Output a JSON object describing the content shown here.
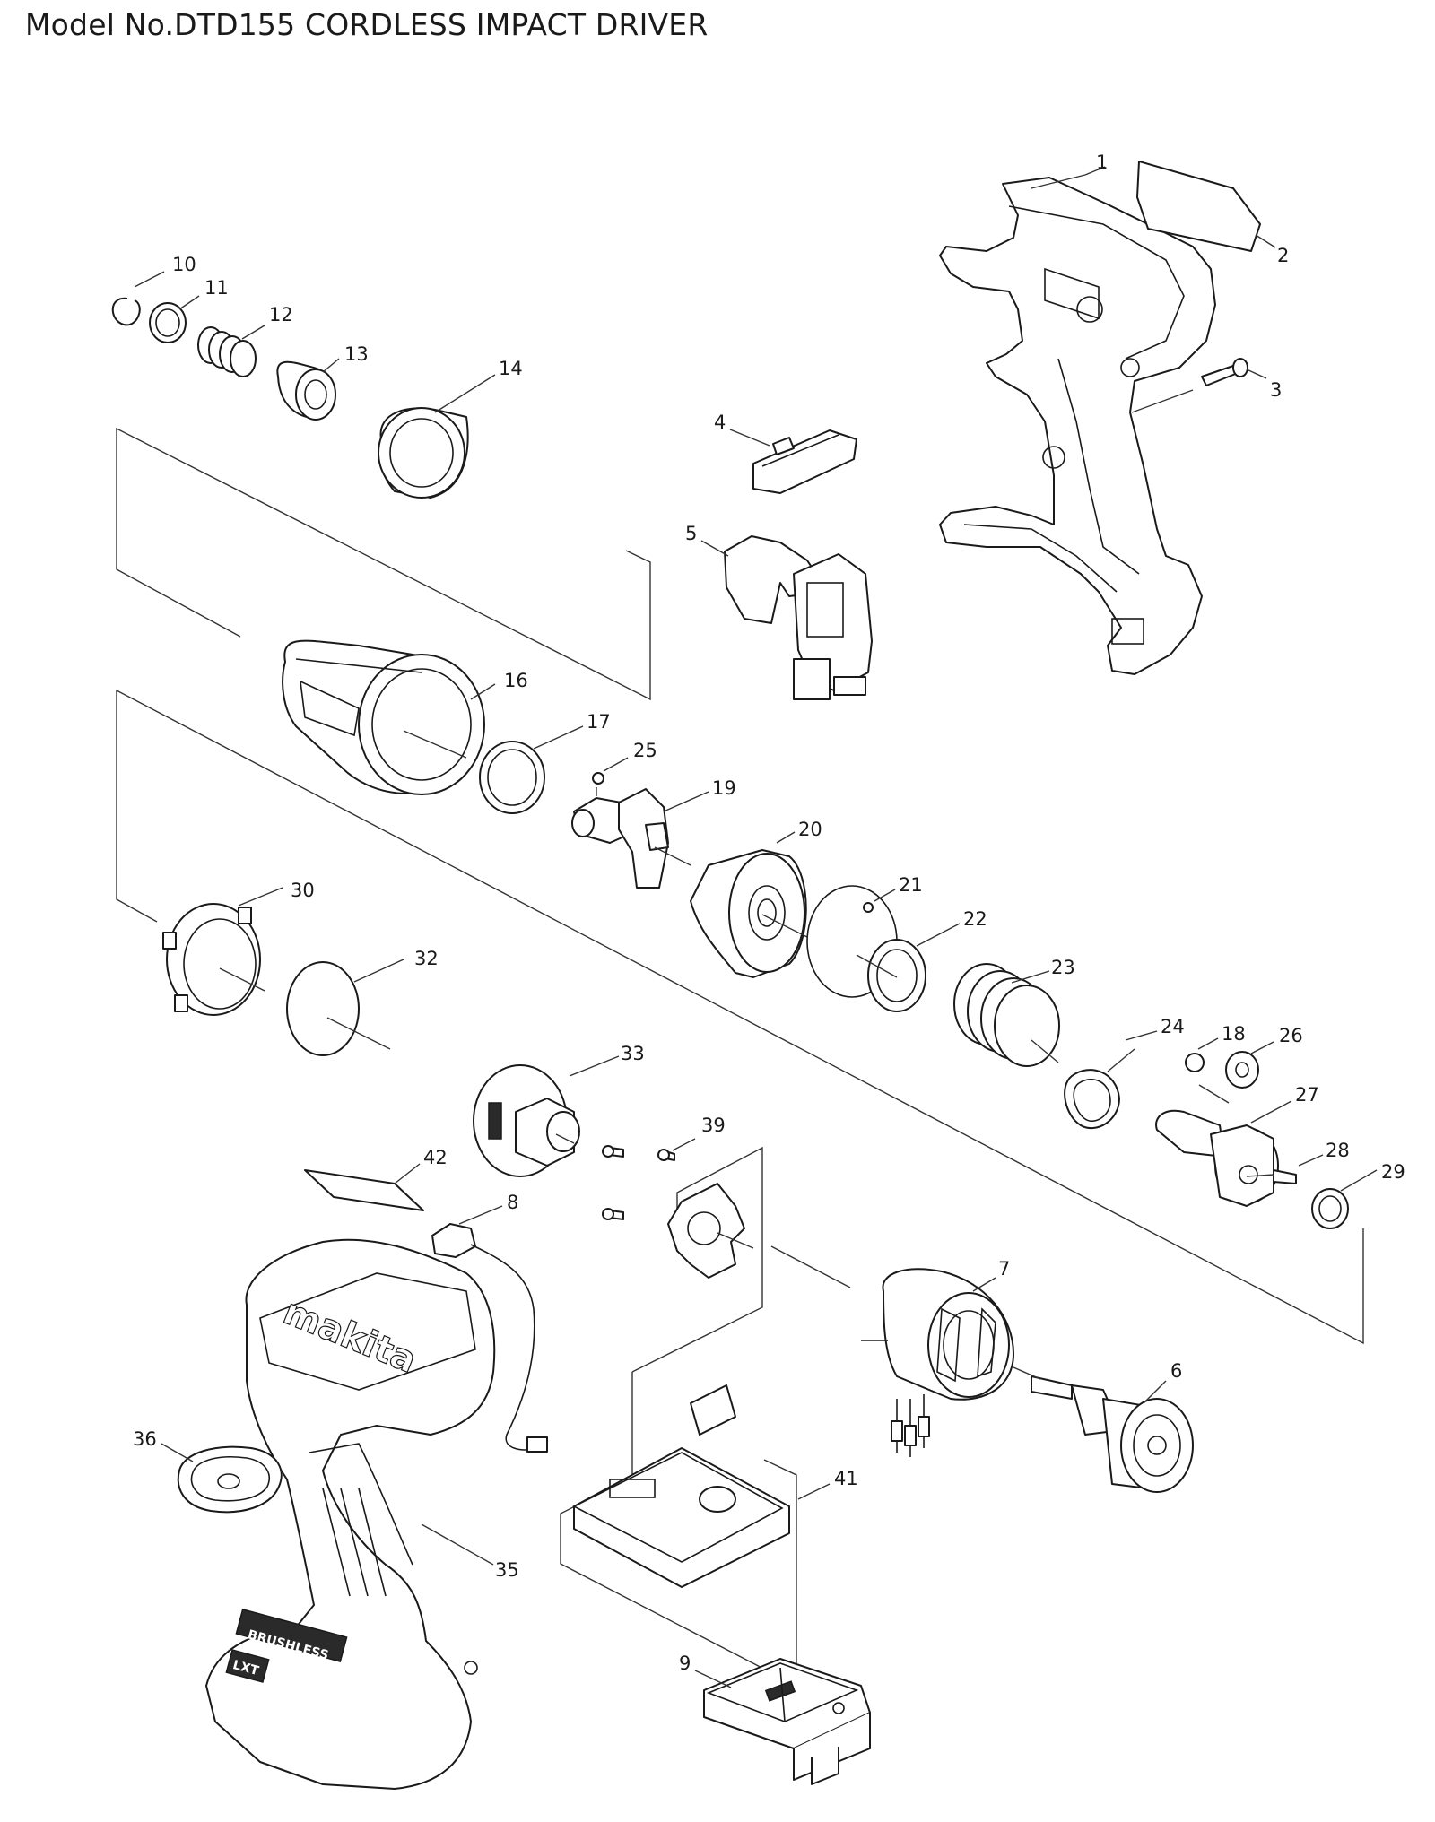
{
  "title": "Model No.DTD155 CORDLESS IMPACT DRIVER",
  "brand_text": "makita",
  "badge_text": "BRUSHLESS",
  "badge_lxt": "LXT",
  "parts": [
    {
      "number": "1"
    },
    {
      "number": "2"
    },
    {
      "number": "3"
    },
    {
      "number": "4"
    },
    {
      "number": "5"
    },
    {
      "number": "6"
    },
    {
      "number": "7"
    },
    {
      "number": "8"
    },
    {
      "number": "9"
    },
    {
      "number": "10"
    },
    {
      "number": "11"
    },
    {
      "number": "12"
    },
    {
      "number": "13"
    },
    {
      "number": "14"
    },
    {
      "number": "16"
    },
    {
      "number": "17"
    },
    {
      "number": "18"
    },
    {
      "number": "19"
    },
    {
      "number": "20"
    },
    {
      "number": "21"
    },
    {
      "number": "22"
    },
    {
      "number": "23"
    },
    {
      "number": "24"
    },
    {
      "number": "25"
    },
    {
      "number": "26"
    },
    {
      "number": "27"
    },
    {
      "number": "28"
    },
    {
      "number": "29"
    },
    {
      "number": "30"
    },
    {
      "number": "32"
    },
    {
      "number": "33"
    },
    {
      "number": "35"
    },
    {
      "number": "36"
    },
    {
      "number": "39"
    },
    {
      "number": "41"
    },
    {
      "number": "42"
    }
  ]
}
